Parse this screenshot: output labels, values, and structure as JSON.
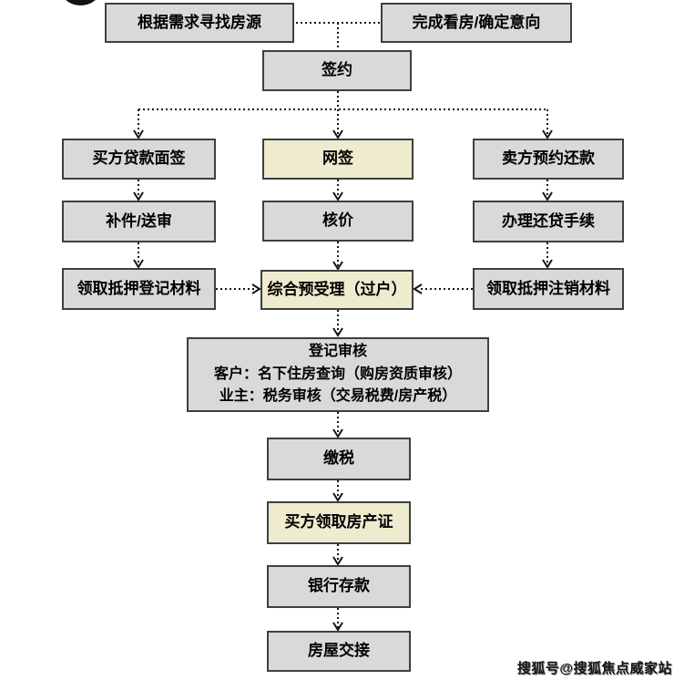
{
  "nodes": {
    "find_house": "根据需求寻找房源",
    "confirm_intent": "完成看房/确定意向",
    "sign_contract": "签约",
    "buyer_loan_interview": "买方贷款面签",
    "online_sign": "网签",
    "seller_repay_appointment": "卖方预约还款",
    "supplement_review": "补件/送审",
    "price_check": "核价",
    "repay_procedure": "办理还贷手续",
    "mortgage_reg_materials": "领取抵押登记材料",
    "pre_acceptance": "综合预受理（过户）",
    "mortgage_cancel_materials": "领取抵押注销材料",
    "registration_review": {
      "line1": "登记审核",
      "line2": "客户：名下住房查询（购房资质审核）",
      "line3": "业主：税务审核（交易税费/房产税）"
    },
    "pay_tax": "缴税",
    "buyer_get_certificate": "买方领取房产证",
    "bank_deposit": "银行存款",
    "house_handover": "房屋交接"
  },
  "colors": {
    "box_grey": "#d9d9d9",
    "box_yellow": "#eeebce",
    "box_border": "#3f3f3f",
    "connector": "#141414"
  },
  "watermark": "搜狐号@搜狐焦点威家站"
}
